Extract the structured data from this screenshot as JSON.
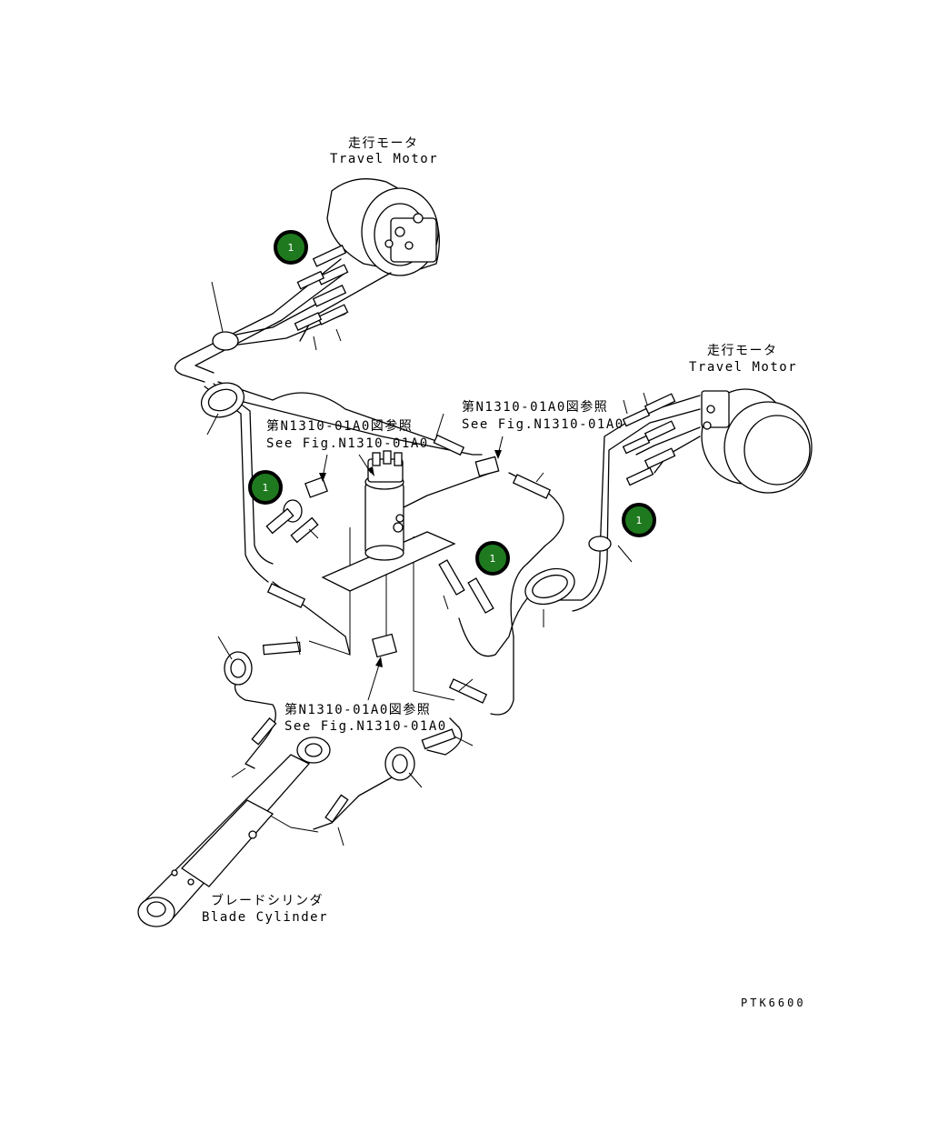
{
  "labels": {
    "travel_motor_left_jp": "走行モータ",
    "travel_motor_left_en": "Travel Motor",
    "travel_motor_right_jp": "走行モータ",
    "travel_motor_right_en": "Travel Motor",
    "see_fig_top_left_jp": "第N1310-01A0図参照",
    "see_fig_top_left_en": "See Fig.N1310-01A0",
    "see_fig_top_right_jp": "第N1310-01A0図参照",
    "see_fig_top_right_en": "See Fig.N1310-01A0",
    "see_fig_bottom_jp": "第N1310-01A0図参照",
    "see_fig_bottom_en": "See Fig.N1310-01A0",
    "blade_cylinder_jp": "ブレードシリンダ",
    "blade_cylinder_en": "Blade Cylinder",
    "drawing_code": "PTK6600"
  },
  "callouts": [
    {
      "label": "1"
    },
    {
      "label": "1"
    },
    {
      "label": "1"
    },
    {
      "label": "1"
    }
  ],
  "colors": {
    "callout_fill": "#1f7a1f",
    "line": "#000000"
  }
}
